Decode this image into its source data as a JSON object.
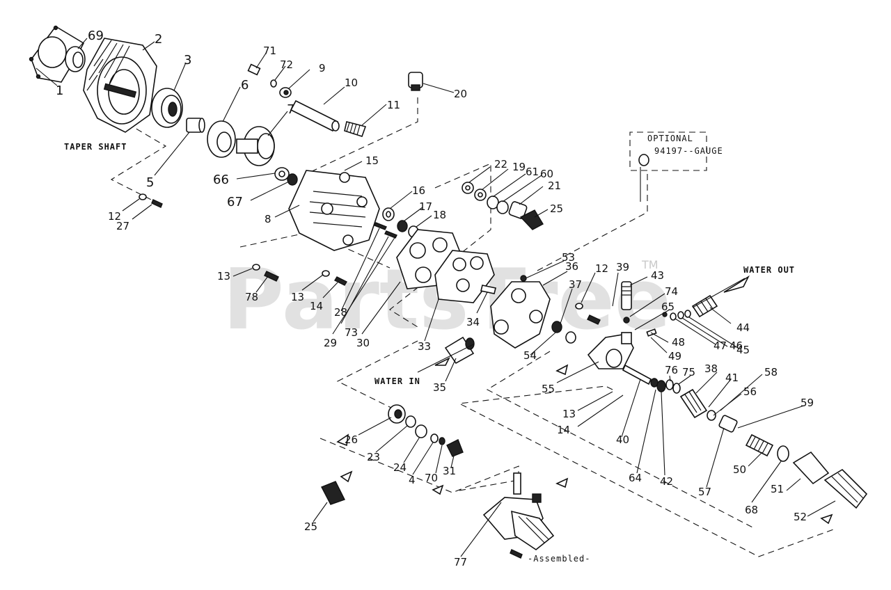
{
  "watermark": {
    "text": "PartsTree",
    "tm": "TM"
  },
  "captions": {
    "taper_shaft": "TAPER SHAFT",
    "optional": "OPTIONAL",
    "gauge": "94197--GAUGE",
    "water_out": "WATER OUT",
    "water_in": "WATER IN",
    "assembled": "-Assembled-"
  },
  "labels": [
    {
      "id": "p1",
      "text": "1"
    },
    {
      "id": "p69",
      "text": "69"
    },
    {
      "id": "p2",
      "text": "2"
    },
    {
      "id": "p3",
      "text": "3"
    },
    {
      "id": "p5",
      "text": "5"
    },
    {
      "id": "p6",
      "text": "6"
    },
    {
      "id": "p7",
      "text": "7"
    },
    {
      "id": "p71",
      "text": "71"
    },
    {
      "id": "p72",
      "text": "72"
    },
    {
      "id": "p9",
      "text": "9"
    },
    {
      "id": "p10",
      "text": "10"
    },
    {
      "id": "p11",
      "text": "11"
    },
    {
      "id": "p20",
      "text": "20"
    },
    {
      "id": "p66",
      "text": "66"
    },
    {
      "id": "p67",
      "text": "67"
    },
    {
      "id": "p15",
      "text": "15"
    },
    {
      "id": "p8",
      "text": "8"
    },
    {
      "id": "p12a",
      "text": "12"
    },
    {
      "id": "p27",
      "text": "27"
    },
    {
      "id": "p22",
      "text": "22"
    },
    {
      "id": "p19",
      "text": "19"
    },
    {
      "id": "p61",
      "text": "61"
    },
    {
      "id": "p60",
      "text": "60"
    },
    {
      "id": "p21",
      "text": "21"
    },
    {
      "id": "p25a",
      "text": "25"
    },
    {
      "id": "p16",
      "text": "16"
    },
    {
      "id": "p17",
      "text": "17"
    },
    {
      "id": "p18",
      "text": "18"
    },
    {
      "id": "p13a",
      "text": "13"
    },
    {
      "id": "p78",
      "text": "78"
    },
    {
      "id": "p13b",
      "text": "13"
    },
    {
      "id": "p14a",
      "text": "14"
    },
    {
      "id": "p28",
      "text": "28"
    },
    {
      "id": "p73",
      "text": "73"
    },
    {
      "id": "p29",
      "text": "29"
    },
    {
      "id": "p30",
      "text": "30"
    },
    {
      "id": "p33",
      "text": "33"
    },
    {
      "id": "p34",
      "text": "34"
    },
    {
      "id": "p53",
      "text": "53"
    },
    {
      "id": "p36",
      "text": "36"
    },
    {
      "id": "p37",
      "text": "37"
    },
    {
      "id": "p12b",
      "text": "12"
    },
    {
      "id": "p39",
      "text": "39"
    },
    {
      "id": "p43",
      "text": "43"
    },
    {
      "id": "p74",
      "text": "74"
    },
    {
      "id": "p65",
      "text": "65"
    },
    {
      "id": "p48",
      "text": "48"
    },
    {
      "id": "p49",
      "text": "49"
    },
    {
      "id": "p47",
      "text": "47"
    },
    {
      "id": "p46",
      "text": "46"
    },
    {
      "id": "p45",
      "text": "45"
    },
    {
      "id": "p44",
      "text": "44"
    },
    {
      "id": "p54",
      "text": "54"
    },
    {
      "id": "p55",
      "text": "55"
    },
    {
      "id": "p35",
      "text": "35"
    },
    {
      "id": "p76",
      "text": "76"
    },
    {
      "id": "p75",
      "text": "75"
    },
    {
      "id": "p38",
      "text": "38"
    },
    {
      "id": "p41",
      "text": "41"
    },
    {
      "id": "p58",
      "text": "58"
    },
    {
      "id": "p56",
      "text": "56"
    },
    {
      "id": "p59",
      "text": "59"
    },
    {
      "id": "p13c",
      "text": "13"
    },
    {
      "id": "p14b",
      "text": "14"
    },
    {
      "id": "p40",
      "text": "40"
    },
    {
      "id": "p64",
      "text": "64"
    },
    {
      "id": "p42",
      "text": "42"
    },
    {
      "id": "p57",
      "text": "57"
    },
    {
      "id": "p50",
      "text": "50"
    },
    {
      "id": "p68",
      "text": "68"
    },
    {
      "id": "p51",
      "text": "51"
    },
    {
      "id": "p52",
      "text": "52"
    },
    {
      "id": "p26",
      "text": "26"
    },
    {
      "id": "p23",
      "text": "23"
    },
    {
      "id": "p24",
      "text": "24"
    },
    {
      "id": "p4",
      "text": "4"
    },
    {
      "id": "p70",
      "text": "70"
    },
    {
      "id": "p31",
      "text": "31"
    },
    {
      "id": "p25b",
      "text": "25"
    },
    {
      "id": "p77",
      "text": "77"
    }
  ]
}
